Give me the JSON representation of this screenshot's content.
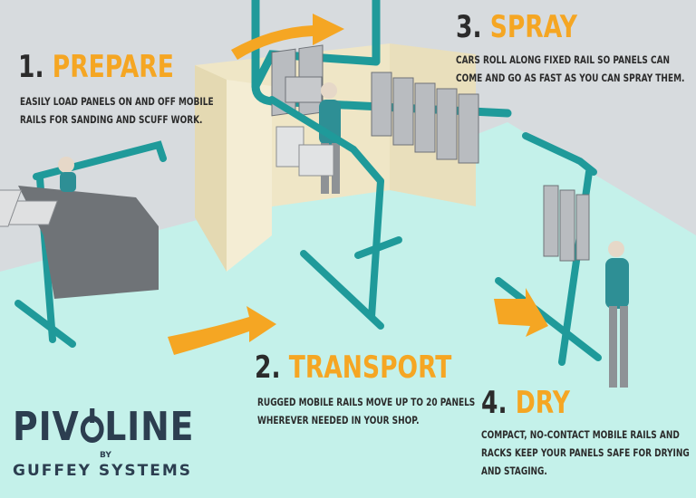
{
  "steps": [
    {
      "number": "1.",
      "title": "PREPARE",
      "description": [
        "EASILY LOAD PANELS ON AND OFF MOBILE",
        "RAILS FOR SANDING AND SCUFF WORK."
      ]
    },
    {
      "number": "2.",
      "title": "TRANSPORT",
      "description": [
        "RUGGED MOBILE RAILS MOVE UP TO 20 PANELS",
        "WHEREVER NEEDED IN YOUR SHOP."
      ]
    },
    {
      "number": "3.",
      "title": "SPRAY",
      "description": [
        "CARS ROLL ALONG FIXED RAIL SO PANELS CAN",
        "COME AND GO AS FAST AS YOU CAN SPRAY THEM."
      ]
    },
    {
      "number": "4.",
      "title": "DRY",
      "description": [
        "COMPACT, NO-CONTACT MOBILE RAILS AND",
        "RACKS KEEP YOUR PANELS SAFE FOR DRYING",
        "AND STAGING."
      ]
    }
  ],
  "brand": {
    "name_left": "PIV",
    "name_right": "LINE",
    "by": "BY",
    "company": "GUFFEY SYSTEMS"
  },
  "colors": {
    "floor": "#c4f1ea",
    "rail": "#1f9a9a",
    "accent": "#f5a623",
    "booth": "#f1e9cc",
    "text": "#2b2b2b",
    "brand": "#2c3e50"
  }
}
